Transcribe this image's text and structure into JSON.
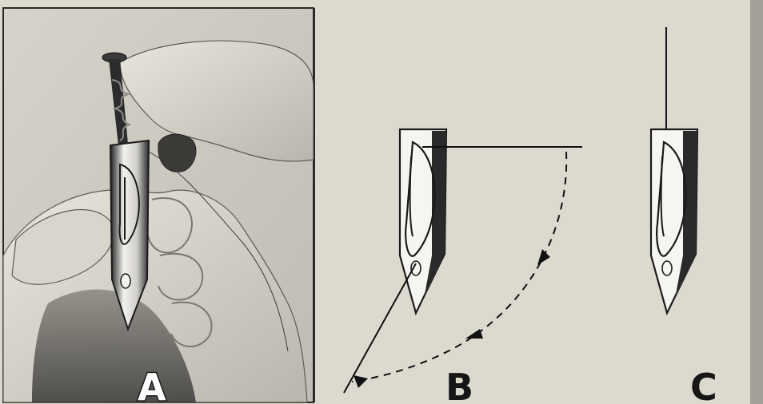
{
  "panels": {
    "a": {
      "label": "A"
    },
    "b": {
      "label": "B"
    },
    "c": {
      "label": "C"
    }
  },
  "colors": {
    "paper": "#dcd9cf",
    "ink": "#161616",
    "photo_background": "#c9c6bd",
    "metal_shadow": "#2b2b2b"
  },
  "icons": {
    "hand_photo": "hand-holding-bobbin-case",
    "bobbin_case": "shuttle-bobbin-case",
    "thread": "thread-line",
    "arc_arrow": "dashed-curved-arrow"
  }
}
